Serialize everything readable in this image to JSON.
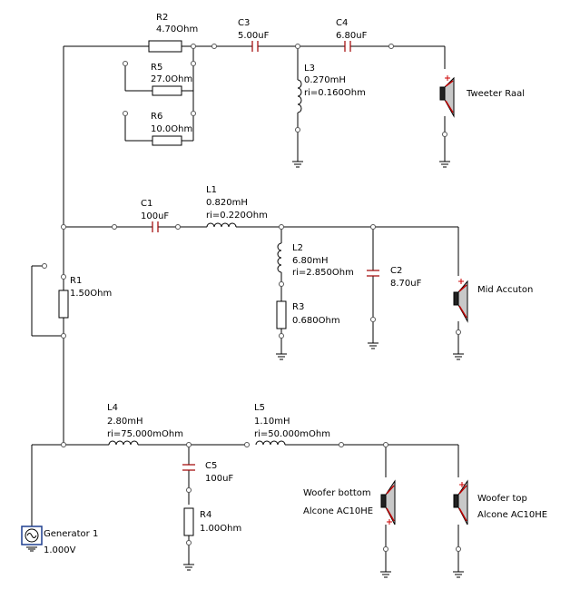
{
  "components": {
    "r2": {
      "name": "R2",
      "value": "4.70Ohm"
    },
    "c3": {
      "name": "C3",
      "value": "5.00uF"
    },
    "c4": {
      "name": "C4",
      "value": "6.80uF"
    },
    "r5": {
      "name": "R5",
      "value": "27.0Ohm"
    },
    "r6": {
      "name": "R6",
      "value": "10.0Ohm"
    },
    "l3": {
      "name": "L3",
      "value": "0.270mH",
      "ri": "ri=0.160Ohm"
    },
    "tweeter": {
      "name": "Tweeter Raal"
    },
    "c1": {
      "name": "C1",
      "value": "100uF"
    },
    "l1": {
      "name": "L1",
      "value": "0.820mH",
      "ri": "ri=0.220Ohm"
    },
    "l2": {
      "name": "L2",
      "value": "6.80mH",
      "ri": "ri=2.850Ohm"
    },
    "c2": {
      "name": "C2",
      "value": "8.70uF"
    },
    "r3": {
      "name": "R3",
      "value": "0.680Ohm"
    },
    "mid": {
      "name": "Mid Accuton"
    },
    "r1": {
      "name": "R1",
      "value": "1.50Ohm"
    },
    "l4": {
      "name": "L4",
      "value": "2.80mH",
      "ri": "ri=75.000mOhm"
    },
    "l5": {
      "name": "L5",
      "value": "1.10mH",
      "ri": "ri=50.000mOhm"
    },
    "c5": {
      "name": "C5",
      "value": "100uF"
    },
    "r4": {
      "name": "R4",
      "value": "1.00Ohm"
    },
    "woofer_bottom": {
      "name": "Woofer bottom",
      "model": "Alcone AC10HE"
    },
    "woofer_top": {
      "name": "Woofer top",
      "model": "Alcone AC10HE"
    },
    "generator": {
      "name": "Generator 1",
      "value": "1.000V"
    }
  },
  "colors": {
    "wire": "#000000",
    "capacitor": "#a00000",
    "speaker_cone": "#c00000",
    "polarity_plus": "#cc0000",
    "generator_frame": "#1f3f8f"
  }
}
